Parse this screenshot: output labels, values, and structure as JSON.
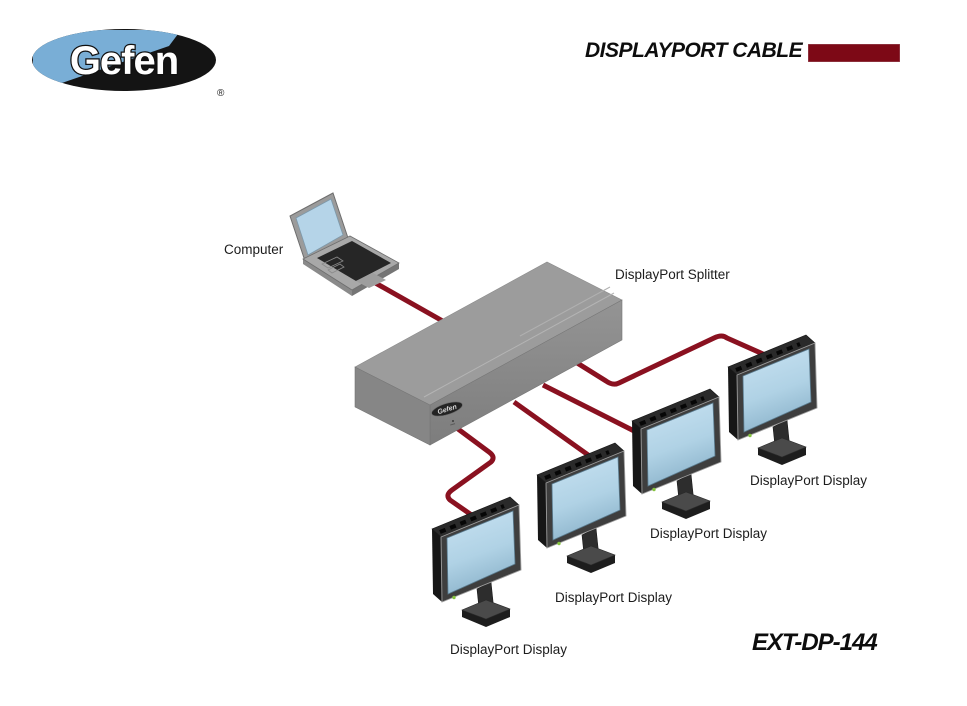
{
  "logo": {
    "brand": "Gefen",
    "registered_mark": "®"
  },
  "header": {
    "cable_label": "DISPLAYPORT CABLE"
  },
  "colors": {
    "cable": "#8a1120",
    "legend_swatch": "#7d0916",
    "screen_blue": "#b9d7ea",
    "logo_blue": "#79aed6"
  },
  "devices": {
    "computer": {
      "label": "Computer"
    },
    "splitter": {
      "label": "DisplayPort Splitter",
      "badge": "Gefen"
    },
    "displays": [
      {
        "label": "DisplayPort Display"
      },
      {
        "label": "DisplayPort Display"
      },
      {
        "label": "DisplayPort Display"
      },
      {
        "label": "DisplayPort Display"
      }
    ]
  },
  "footer": {
    "model": "EXT-DP-144"
  }
}
